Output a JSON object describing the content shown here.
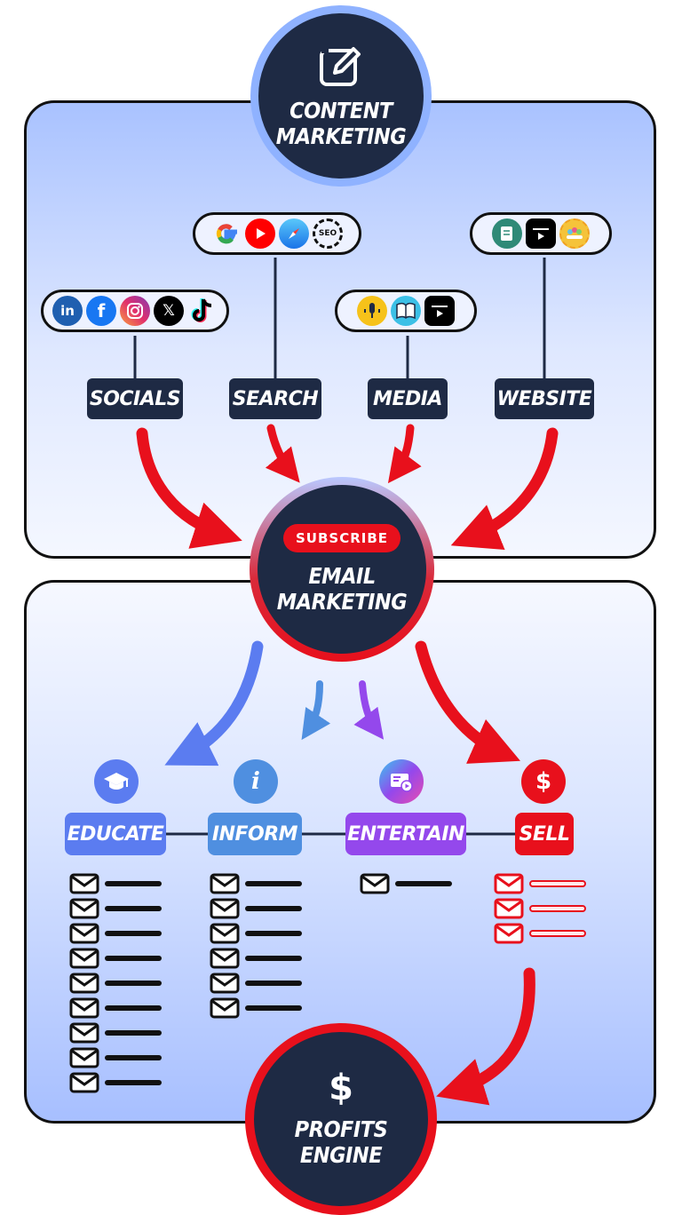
{
  "top_circle": {
    "title": "CONTENT MARKETING"
  },
  "middle_circle": {
    "badge": "SUBSCRIBE",
    "title": "EMAIL MARKETING"
  },
  "bottom_circle": {
    "symbol": "$",
    "title": "PROFITS ENGINE"
  },
  "channels": [
    {
      "label": "SOCIALS",
      "icons": [
        "linkedin-icon",
        "facebook-icon",
        "instagram-icon",
        "x-icon",
        "tiktok-icon"
      ]
    },
    {
      "label": "SEARCH",
      "icons": [
        "google-icon",
        "youtube-icon",
        "safari-icon",
        "seo-gear-icon"
      ]
    },
    {
      "label": "MEDIA",
      "icons": [
        "podcast-icon",
        "ebook-icon",
        "video-reel-icon"
      ]
    },
    {
      "label": "WEBSITE",
      "icons": [
        "blog-post-icon",
        "video-reel-icon",
        "community-icon"
      ]
    }
  ],
  "icon_text": {
    "linkedin": "in",
    "facebook": "f",
    "x": "𝕏",
    "seo": "SEO",
    "info": "i"
  },
  "categories": [
    {
      "label": "EDUCATE",
      "icon": "graduation-cap-icon",
      "color": "#5b7cf0",
      "email_count": 9
    },
    {
      "label": "INFORM",
      "icon": "info-icon",
      "color": "#4f8fe0",
      "email_count": 6
    },
    {
      "label": "ENTERTAIN",
      "icon": "video-play-icon",
      "color": "#9448ec",
      "email_count": 1
    },
    {
      "label": "SELL",
      "icon": "dollar-icon",
      "color": "#e8101c",
      "email_count": 3
    }
  ],
  "sell_symbol": "$",
  "colors": {
    "navy": "#1e2a44",
    "red": "#e8101c",
    "blue_arrow": "#5b7cf0",
    "light_blue_arrow": "#4f8fe0",
    "purple_arrow": "#9448ec"
  }
}
